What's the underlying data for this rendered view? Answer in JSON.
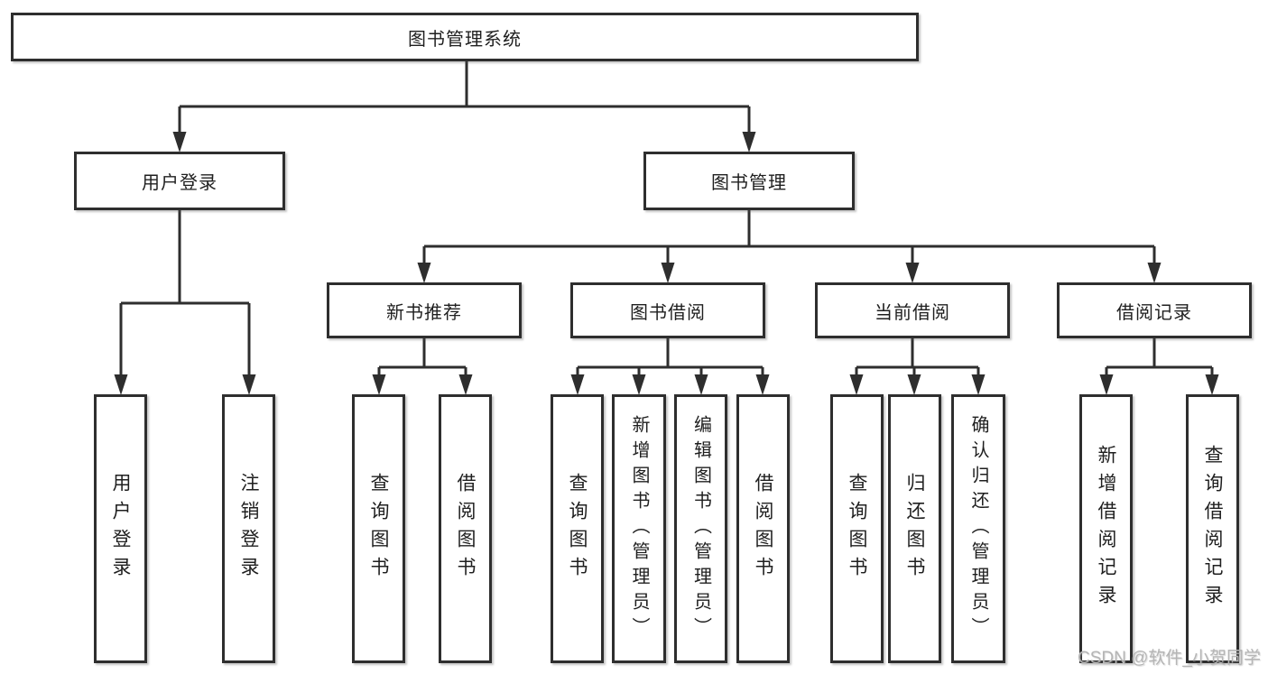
{
  "diagram": {
    "title": "图书管理系统",
    "root": {
      "label": "图书管理系统"
    },
    "level2": [
      {
        "id": "user-login",
        "label": "用户登录"
      },
      {
        "id": "book-management",
        "label": "图书管理"
      }
    ],
    "level3": [
      {
        "id": "new-book-recommend",
        "label": "新书推荐",
        "parent": "book-management"
      },
      {
        "id": "book-borrowing",
        "label": "图书借阅",
        "parent": "book-management"
      },
      {
        "id": "current-borrowing",
        "label": "当前借阅",
        "parent": "book-management"
      },
      {
        "id": "borrow-records",
        "label": "借阅记录",
        "parent": "book-management"
      }
    ],
    "leaves": [
      {
        "id": "user-login-leaf",
        "label": "用户登录",
        "parent": "user-login"
      },
      {
        "id": "logout",
        "label": "注销登录",
        "parent": "user-login"
      },
      {
        "id": "query-books-recommend",
        "label": "查询图书",
        "parent": "new-book-recommend"
      },
      {
        "id": "borrow-books-recommend",
        "label": "借阅图书",
        "parent": "new-book-recommend"
      },
      {
        "id": "query-books-borrow",
        "label": "查询图书",
        "parent": "book-borrowing"
      },
      {
        "id": "add-books-admin",
        "label": "新增图书（管理员）",
        "parent": "book-borrowing"
      },
      {
        "id": "edit-books-admin",
        "label": "编辑图书（管理员）",
        "parent": "book-borrowing"
      },
      {
        "id": "borrow-books",
        "label": "借阅图书",
        "parent": "book-borrowing"
      },
      {
        "id": "query-books-current",
        "label": "查询图书",
        "parent": "current-borrowing"
      },
      {
        "id": "return-books",
        "label": "归还图书",
        "parent": "current-borrowing"
      },
      {
        "id": "confirm-return-admin",
        "label": "确认归还（管理员）",
        "parent": "current-borrowing"
      },
      {
        "id": "add-borrow-record",
        "label": "新增借阅记录",
        "parent": "borrow-records"
      },
      {
        "id": "query-borrow-record",
        "label": "查询借阅记录",
        "parent": "borrow-records"
      }
    ]
  },
  "watermark": {
    "text": "CSDN @软件_小贺同学"
  },
  "colors": {
    "line": "#2e2e2e",
    "box_border": "#2e2e2e",
    "text": "#1f1f1f",
    "background": "#ffffff",
    "watermark": "#b5b5b5"
  }
}
